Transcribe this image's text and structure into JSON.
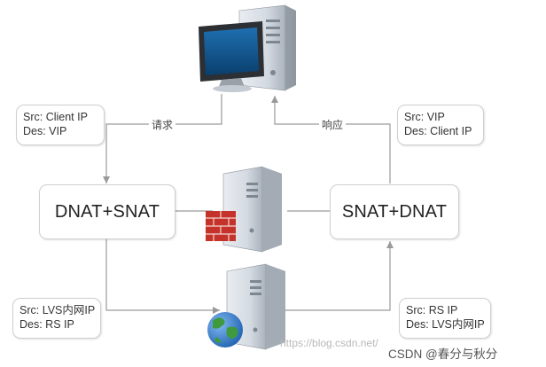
{
  "boxes": {
    "top_left": {
      "src": "Src: Client IP",
      "des": "Des: VIP"
    },
    "top_right": {
      "src": "Src: VIP",
      "des": "Des: Client IP"
    },
    "bottom_left": {
      "src": "Src: LVS内网IP",
      "des": "Des: RS IP"
    },
    "bottom_right": {
      "src": "Src: RS IP",
      "des": "Des: LVS内网IP"
    }
  },
  "nat_nodes": {
    "left": "DNAT+SNAT",
    "right": "SNAT+DNAT"
  },
  "edge_labels": {
    "request": "请求",
    "response": "响应"
  },
  "icons": {
    "client": "desktop-computer-icon",
    "lvs": "server-firewall-icon",
    "rs": "server-globe-icon"
  },
  "colors": {
    "arrow": "#9a9a9a",
    "box_border": "#cfcfcf",
    "firewall": "#c4322a",
    "globe": "#2f73c9"
  },
  "watermark": "https://blog.csdn.net/",
  "credit": "CSDN @春分与秋分"
}
